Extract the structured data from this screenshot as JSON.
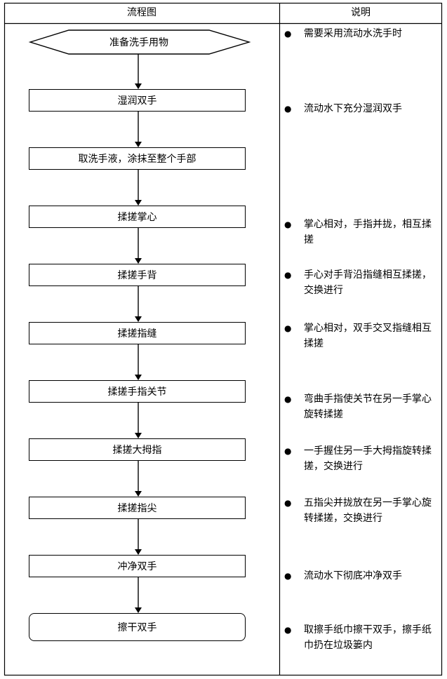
{
  "headers": {
    "flow": "流程图",
    "description": "说明"
  },
  "steps": [
    {
      "label": "准备洗手用物",
      "note": "需要采用流动水洗手时"
    },
    {
      "label": "湿润双手",
      "note": "流动水下充分湿润双手"
    },
    {
      "label": "取洗手液，涂抹至整个手部",
      "note": ""
    },
    {
      "label": "揉搓掌心",
      "note": "掌心相对，手指并拢，相互揉搓"
    },
    {
      "label": "揉搓手背",
      "note": "手心对手背沿指缝相互揉搓，交换进行"
    },
    {
      "label": "揉搓指缝",
      "note": "掌心相对，双手交叉指缝相互揉搓"
    },
    {
      "label": "揉搓手指关节",
      "note": "弯曲手指使关节在另一手掌心旋转揉搓"
    },
    {
      "label": "揉搓大拇指",
      "note": "一手握住另一手大拇指旋转揉搓，交换进行"
    },
    {
      "label": "揉搓指尖",
      "note": "五指尖并拢放在另一手掌心旋转揉搓，交换进行"
    },
    {
      "label": "冲净双手",
      "note": "流动水下彻底冲净双手"
    },
    {
      "label": "擦干双手",
      "note": "取擦手纸巾擦干双手，擦手纸巾扔在垃圾篓内"
    }
  ],
  "bullet_symbol": "●"
}
